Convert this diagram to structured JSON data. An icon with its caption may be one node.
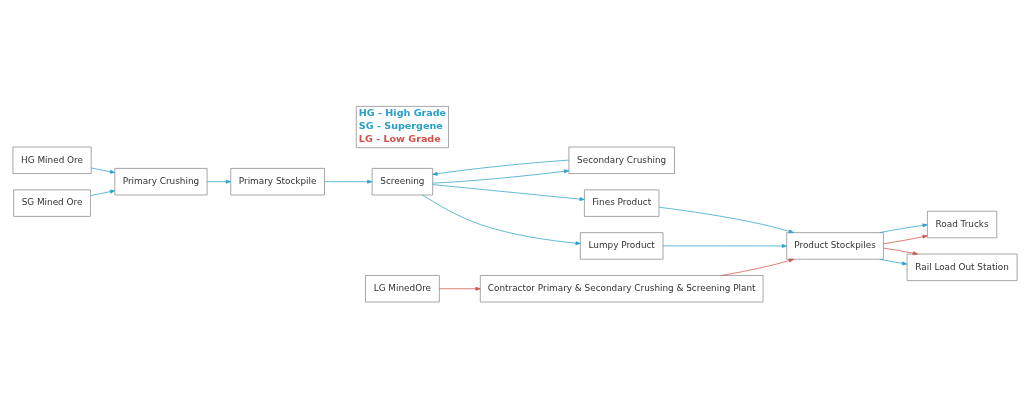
{
  "diagram": {
    "nodes": [
      {
        "text": [
          "HG Mined Ore"
        ]
      },
      {
        "text": [
          "SG Mined Ore"
        ]
      },
      {
        "text": [
          "LG MinedOre"
        ]
      },
      {
        "text": [
          "Primary Crushing"
        ]
      },
      {
        "text": [
          "Primary Stockpile"
        ]
      },
      {
        "text": [
          "Screening"
        ]
      },
      {
        "text": [
          "Secondary Crushing"
        ]
      },
      {
        "text": [
          "Fines Product"
        ]
      },
      {
        "text": [
          "Lumpy Product"
        ]
      },
      {
        "text": [
          "Contractor Primary & Secondary Crushing & Screening Plant"
        ]
      },
      {
        "text": [
          "Product Stockpiles"
        ]
      },
      {
        "text": [
          "Road Trucks"
        ]
      },
      {
        "text": [
          "Rail Load Out Station"
        ]
      }
    ],
    "edges": [
      {
        "from": 0,
        "to": 3,
        "arrow": "to"
      },
      {
        "from": 1,
        "to": 3,
        "arrow": "to"
      },
      {
        "from": 3,
        "to": 4,
        "arrow": "to"
      },
      {
        "from": 4,
        "to": 5,
        "arrow": "to"
      },
      {
        "from": 5,
        "to": 6,
        "arrow": "to"
      },
      {
        "from": 6,
        "to": 5,
        "arrow": "to"
      },
      {
        "from": 5,
        "to": 7,
        "arrow": "to"
      },
      {
        "from": 5,
        "to": 8,
        "arrow": "to"
      },
      {
        "from": 7,
        "to": 10,
        "arrow": "to"
      },
      {
        "from": 8,
        "to": 10,
        "arrow": "to"
      },
      {
        "from": 2,
        "to": 9,
        "arrow": "to",
        "color": "#d0504a"
      },
      {
        "from": 9,
        "to": 10,
        "arrow": "to",
        "color": "#d0504a"
      },
      {
        "from": 10,
        "to": 11,
        "arrow": "to",
        "color": "#d0504a"
      },
      {
        "from": 10,
        "to": 11,
        "arrow": "to"
      },
      {
        "from": 10,
        "to": 12,
        "arrow": "to"
      },
      {
        "from": 10,
        "to": 12,
        "arrow": "to",
        "color": "#d0504a"
      }
    ],
    "legend": [
      {
        "text": "HG - High Grade",
        "color": "#2aa0c8"
      },
      {
        "text": "SG - Supergene",
        "color": "#2aa0c8"
      },
      {
        "text": "LG - Low Grade",
        "color": "#d0504a"
      }
    ]
  }
}
